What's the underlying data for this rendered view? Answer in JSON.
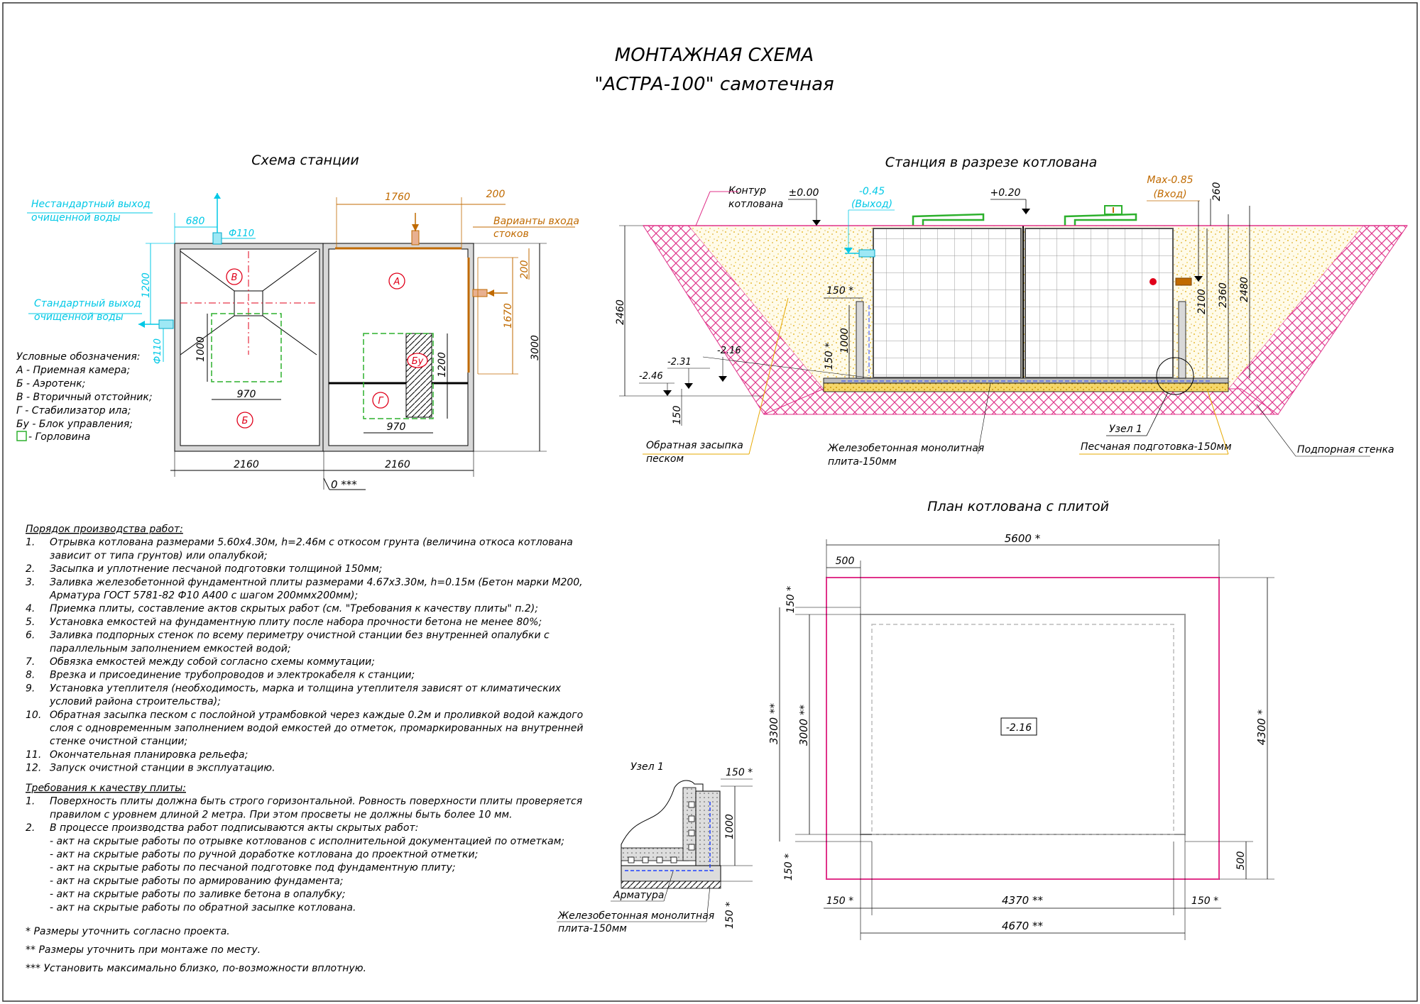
{
  "title": {
    "line1": "МОНТАЖНАЯ СХЕМА",
    "line2": "\"АСТРА-100\" самотечная"
  },
  "station_scheme": {
    "heading": "Схема станции",
    "nonstandard_outlet": [
      "Нестандартный выход",
      "очищенной воды"
    ],
    "standard_outlet": [
      "Стандартный выход",
      "очищенной воды"
    ],
    "inlet_variants": [
      "Варианты входа",
      "стоков"
    ],
    "dims": {
      "top_1760": "1760",
      "top_200": "200",
      "d680": "680",
      "phi110_top": "Ф110",
      "phi110_side": "Ф110",
      "d1200_left": "1200",
      "d1000": "1000",
      "d970_left": "970",
      "d970_right": "970",
      "d1200_right": "1200",
      "d1670": "1670",
      "d200_right": "200",
      "d3000": "3000",
      "d2160_left": "2160",
      "d2160_right": "2160",
      "zero": "0 ***"
    },
    "chambers": {
      "a": "А",
      "b": "Б",
      "v": "В",
      "g": "Г",
      "bu": "Бу"
    },
    "legend": {
      "title": "Условные обозначения:",
      "items": [
        "А - Приемная камера;",
        "Б - Аэротенк;",
        "В - Вторичный отстойник;",
        "Г - Стабилизатор ила;",
        "Бу - Блок управления;",
        " - Горловина"
      ]
    }
  },
  "section": {
    "heading": "Станция в разрезе котлована",
    "contour": [
      "Контур",
      "котлована"
    ],
    "levels": {
      "zero": "±0.00",
      "out": "-0.45",
      "out_label": "(Выход)",
      "plus020": "+0.20",
      "max": "Max-0.85",
      "in_label": "(Вход)",
      "d260": "260",
      "d2460": "2460",
      "d150_top": "150 *",
      "d1000": "1000",
      "d150_side": "150 *",
      "m216": "-2.16",
      "m231": "-2.31",
      "m246": "-2.46",
      "d150_bottom": "150",
      "d2100": "2100",
      "d2360": "2360",
      "d2480": "2480"
    },
    "labels": {
      "backfill": [
        "Обратная засыпка",
        "песком"
      ],
      "slab": [
        "Железобетонная монолитная",
        "плита-150мм"
      ],
      "sand": "Песчаная подготовка-150мм",
      "node": "Узел 1",
      "retaining": "Подпорная стенка"
    }
  },
  "plan": {
    "heading": "План котлована с плитой",
    "dims": {
      "d5600": "5600 *",
      "d500_top": "500",
      "d150_tl": "150 *",
      "d3300": "3300 **",
      "d3000": "3000 **",
      "d4300": "4300 *",
      "level": "-2.16",
      "d150_bl": "150 *",
      "d500_right": "500",
      "d150_bottom_left": "150 *",
      "d4370": "4370 **",
      "d150_bottom_right": "150 *",
      "d4670": "4670 **"
    }
  },
  "node1": {
    "heading": "Узел 1",
    "d150_top": "150 *",
    "d1000": "1000",
    "d150_bottom": "150 *",
    "armature": "Арматура",
    "slab": [
      "Железобетонная монолитная",
      "плита-150мм"
    ]
  },
  "works": {
    "title": "Порядок производства работ:",
    "items": [
      {
        "n": "1.",
        "lines": [
          "Отрывка котлована размерами 5.60х4.30м, h=2.46м с откосом грунта (величина откоса котлована",
          "зависит от типа грунтов) или опалубкой;"
        ]
      },
      {
        "n": "2.",
        "lines": [
          "Засыпка и уплотнение песчаной подготовки толщиной 150мм;"
        ]
      },
      {
        "n": "3.",
        "lines": [
          "Заливка железобетонной фундаментной плиты размерами 4.67х3.30м, h=0.15м (Бетон марки М200,",
          "Арматура ГОСТ 5781-82 Ф10 А400 с шагом 200ммх200мм);"
        ]
      },
      {
        "n": "4.",
        "lines": [
          "Приемка плиты, составление актов скрытых работ (см. \"Требования к качеству плиты\" п.2);"
        ]
      },
      {
        "n": "5.",
        "lines": [
          "Установка емкостей на фундаментную плиту после набора прочности бетона не менее 80%;"
        ]
      },
      {
        "n": "6.",
        "lines": [
          "Заливка подпорных стенок по всему периметру очистной станции без внутренней опалубки с",
          "параллельным заполнением емкостей водой;"
        ]
      },
      {
        "n": "7.",
        "lines": [
          "Обвязка емкостей между собой согласно схемы коммутации;"
        ]
      },
      {
        "n": "8.",
        "lines": [
          "Врезка и присоединение трубопроводов и электрокабеля к станции;"
        ]
      },
      {
        "n": "9.",
        "lines": [
          "Установка утеплителя (необходимость, марка и толщина утеплителя зависят от климатических",
          "условий района строительства);"
        ]
      },
      {
        "n": "10.",
        "lines": [
          "Обратная засыпка песком с послойной утрамбовкой через каждые 0.2м и проливкой водой каждого",
          "слоя с одновременным заполнением водой емкостей до отметок, промаркированных на внутренней",
          "стенке очистной станции;"
        ]
      },
      {
        "n": "11.",
        "lines": [
          "Окончательная планировка рельефа;"
        ]
      },
      {
        "n": "12.",
        "lines": [
          "Запуск очистной станции в эксплуатацию."
        ]
      }
    ]
  },
  "requirements": {
    "title": "Требования к качеству плиты:",
    "items": [
      {
        "n": "1.",
        "lines": [
          "Поверхность плиты должна быть строго горизонтальной. Ровность поверхности плиты проверяется",
          "правилом с уровнем длиной 2 метра. При этом просветы не должны быть более 10 мм."
        ]
      },
      {
        "n": "2.",
        "lines": [
          "В процессе производства работ подписываются акты скрытых работ:",
          "- акт на скрытые работы по отрывке котлованов с исполнительной документацией по отметкам;",
          "- акт на скрытые работы по ручной доработке котлована до проектной отметки;",
          "- акт на скрытые работы по песчаной подготовке под фундаментную плиту;",
          "- акт на скрытые работы по армированию фундамента;",
          "- акт на скрытые работы по заливке бетона в опалубку;",
          "- акт на скрытые работы по обратной засыпке котлована."
        ]
      }
    ]
  },
  "notes": [
    "* Размеры уточнить согласно проекта.",
    "** Размеры уточнить при монтаже по месту.",
    "*** Установить максимально близко, по-возможности вплотную."
  ],
  "colors": {
    "line": "#000000",
    "cyan": "#00c8e6",
    "orange": "#c06a00",
    "red": "#e0001a",
    "magenta": "#e0338a",
    "green": "#2db02d",
    "sand": "#e6b800",
    "blue": "#2040ff"
  }
}
